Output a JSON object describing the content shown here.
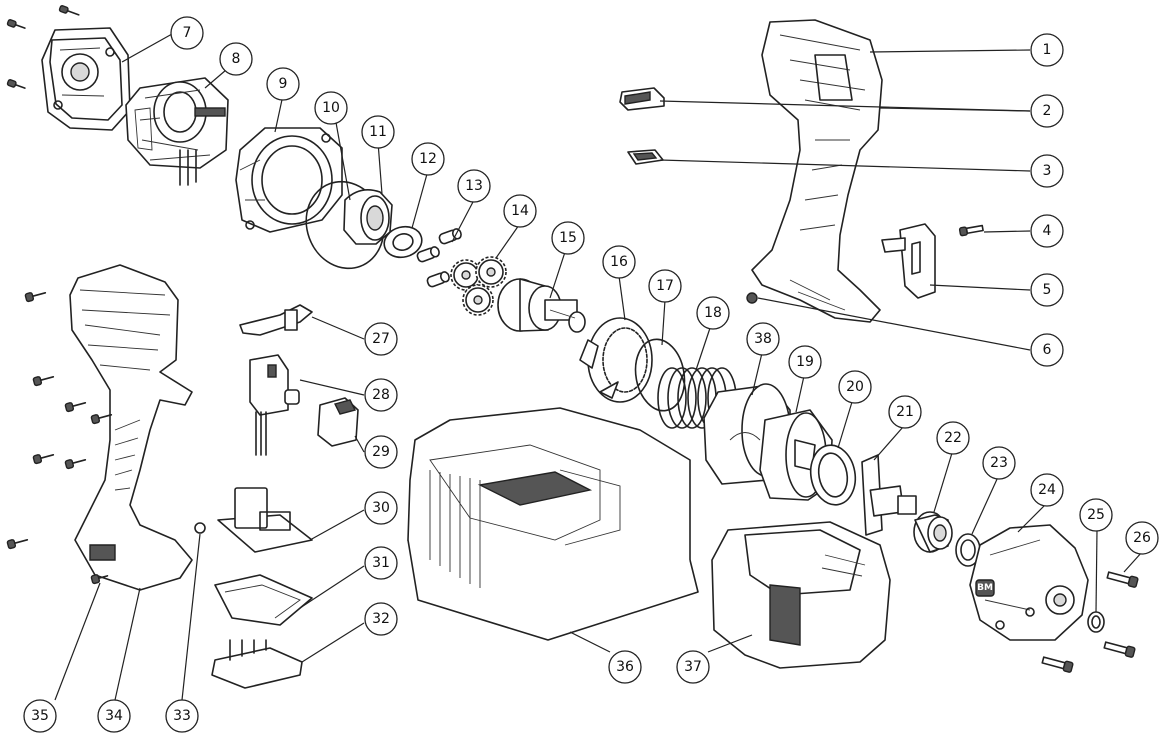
{
  "diagram": {
    "type": "exploded parts view",
    "callouts": [
      "1",
      "2",
      "3",
      "4",
      "5",
      "6",
      "7",
      "8",
      "9",
      "10",
      "11",
      "12",
      "13",
      "14",
      "15",
      "16",
      "17",
      "18",
      "19",
      "20",
      "21",
      "22",
      "23",
      "24",
      "25",
      "26",
      "27",
      "28",
      "29",
      "30",
      "31",
      "32",
      "33",
      "34",
      "35",
      "36",
      "37",
      "38"
    ],
    "nose_logo": "BM"
  }
}
